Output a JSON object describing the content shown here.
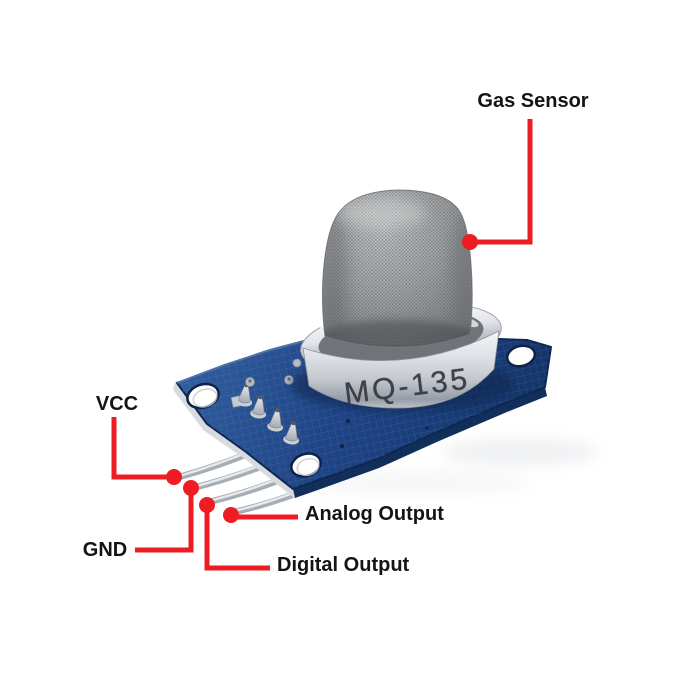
{
  "colors": {
    "background": "#ffffff",
    "annotation_red": "#ee1d23",
    "label_text": "#141414",
    "pcb_blue": "#1f4486",
    "mesh_gray": "#a9abac",
    "ring_silver": "#dfe2e6"
  },
  "module": {
    "chip_marking": "MQ-135"
  },
  "labels": {
    "gas_sensor": "Gas Sensor",
    "vcc": "VCC",
    "gnd": "GND",
    "digital_output": "Digital Output",
    "analog_output": "Analog Output"
  }
}
